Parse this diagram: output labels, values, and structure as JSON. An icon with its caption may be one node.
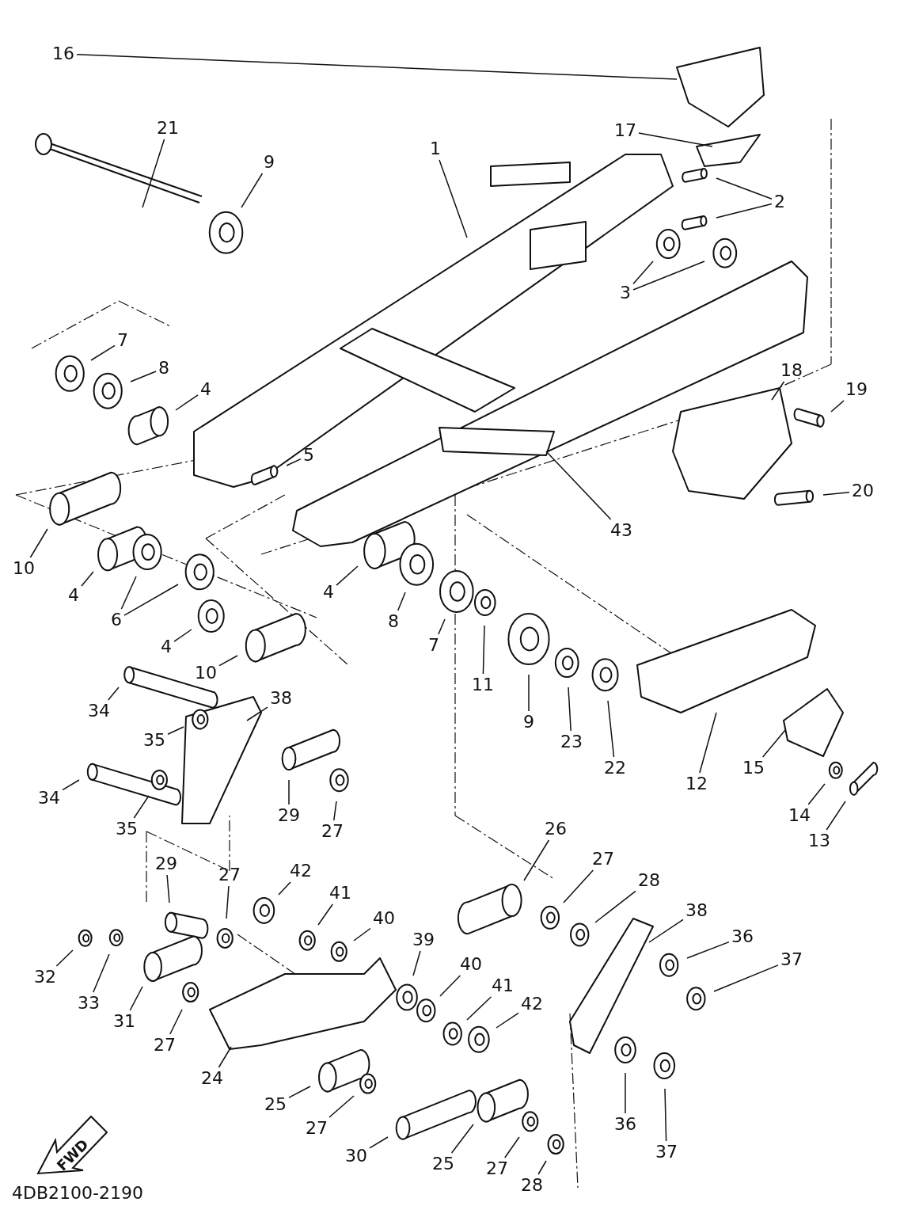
{
  "diagram": {
    "nodes": [
      {
        "text": [
          "16"
        ]
      },
      {
        "text": [
          "21"
        ]
      },
      {
        "text": [
          "9"
        ]
      },
      {
        "text": [
          "1"
        ]
      },
      {
        "text": [
          "17"
        ]
      },
      {
        "text": [
          "2"
        ]
      },
      {
        "text": [
          "3"
        ]
      },
      {
        "text": [
          "7"
        ]
      },
      {
        "text": [
          "8"
        ]
      },
      {
        "text": [
          "4"
        ]
      },
      {
        "text": [
          "18"
        ]
      },
      {
        "text": [
          "19"
        ]
      },
      {
        "text": [
          "5"
        ]
      },
      {
        "text": [
          "20"
        ]
      },
      {
        "text": [
          "43"
        ]
      },
      {
        "text": [
          "10"
        ]
      },
      {
        "text": [
          "4"
        ]
      },
      {
        "text": [
          "4"
        ]
      },
      {
        "text": [
          "6"
        ]
      },
      {
        "text": [
          "4"
        ]
      },
      {
        "text": [
          "10"
        ]
      },
      {
        "text": [
          "8"
        ]
      },
      {
        "text": [
          "7"
        ]
      },
      {
        "text": [
          "11"
        ]
      },
      {
        "text": [
          "9"
        ]
      },
      {
        "text": [
          "23"
        ]
      },
      {
        "text": [
          "22"
        ]
      },
      {
        "text": [
          "38"
        ]
      },
      {
        "text": [
          "34"
        ]
      },
      {
        "text": [
          "35"
        ]
      },
      {
        "text": [
          "34"
        ]
      },
      {
        "text": [
          "35"
        ]
      },
      {
        "text": [
          "29"
        ]
      },
      {
        "text": [
          "27"
        ]
      },
      {
        "text": [
          "12"
        ]
      },
      {
        "text": [
          "15"
        ]
      },
      {
        "text": [
          "14"
        ]
      },
      {
        "text": [
          "13"
        ]
      },
      {
        "text": [
          "26"
        ]
      },
      {
        "text": [
          "27"
        ]
      },
      {
        "text": [
          "28"
        ]
      },
      {
        "text": [
          "38"
        ]
      },
      {
        "text": [
          "42"
        ]
      },
      {
        "text": [
          "29"
        ]
      },
      {
        "text": [
          "27"
        ]
      },
      {
        "text": [
          "41"
        ]
      },
      {
        "text": [
          "40"
        ]
      },
      {
        "text": [
          "36"
        ]
      },
      {
        "text": [
          "37"
        ]
      },
      {
        "text": [
          "39"
        ]
      },
      {
        "text": [
          "40"
        ]
      },
      {
        "text": [
          "41"
        ]
      },
      {
        "text": [
          "42"
        ]
      },
      {
        "text": [
          "32"
        ]
      },
      {
        "text": [
          "33"
        ]
      },
      {
        "text": [
          "31"
        ]
      },
      {
        "text": [
          "27"
        ]
      },
      {
        "text": [
          "24"
        ]
      },
      {
        "text": [
          "25"
        ]
      },
      {
        "text": [
          "27"
        ]
      },
      {
        "text": [
          "30"
        ]
      },
      {
        "text": [
          "25"
        ]
      },
      {
        "text": [
          "27"
        ]
      },
      {
        "text": [
          "28"
        ]
      },
      {
        "text": [
          "36"
        ]
      },
      {
        "text": [
          "37"
        ]
      }
    ],
    "edges": [
      {
        "from": 0,
        "to": null,
        "arrow": "none"
      },
      {
        "from": 1,
        "to": null,
        "arrow": "none"
      },
      {
        "from": 2,
        "to": null,
        "arrow": "none"
      },
      {
        "from": 3,
        "to": null,
        "arrow": "none"
      },
      {
        "from": 4,
        "to": null,
        "arrow": "none"
      },
      {
        "from": 5,
        "to": null,
        "arrow": "none"
      },
      {
        "from": 5,
        "to": null,
        "arrow": "none"
      },
      {
        "from": 6,
        "to": null,
        "arrow": "none"
      },
      {
        "from": 6,
        "to": null,
        "arrow": "none"
      },
      {
        "from": 7,
        "to": null,
        "arrow": "none"
      },
      {
        "from": 8,
        "to": null,
        "arrow": "none"
      },
      {
        "from": 9,
        "to": null,
        "arrow": "none"
      },
      {
        "from": 10,
        "to": null,
        "arrow": "none"
      },
      {
        "from": 11,
        "to": null,
        "arrow": "none"
      },
      {
        "from": 12,
        "to": null,
        "arrow": "none"
      },
      {
        "from": 13,
        "to": null,
        "arrow": "none"
      },
      {
        "from": 14,
        "to": null,
        "arrow": "none"
      },
      {
        "from": 15,
        "to": null,
        "arrow": "none"
      },
      {
        "from": 16,
        "to": null,
        "arrow": "none"
      },
      {
        "from": 17,
        "to": null,
        "arrow": "none"
      },
      {
        "from": 18,
        "to": null,
        "arrow": "none"
      },
      {
        "from": 18,
        "to": null,
        "arrow": "none"
      },
      {
        "from": 19,
        "to": null,
        "arrow": "none"
      },
      {
        "from": 20,
        "to": null,
        "arrow": "none"
      },
      {
        "from": 21,
        "to": null,
        "arrow": "none"
      },
      {
        "from": 22,
        "to": null,
        "arrow": "none"
      },
      {
        "from": 23,
        "to": null,
        "arrow": "none"
      },
      {
        "from": 24,
        "to": null,
        "arrow": "none"
      },
      {
        "from": 25,
        "to": null,
        "arrow": "none"
      },
      {
        "from": 26,
        "to": null,
        "arrow": "none"
      },
      {
        "from": 27,
        "to": null,
        "arrow": "none"
      },
      {
        "from": 28,
        "to": null,
        "arrow": "none"
      },
      {
        "from": 29,
        "to": null,
        "arrow": "none"
      },
      {
        "from": 30,
        "to": null,
        "arrow": "none"
      },
      {
        "from": 31,
        "to": null,
        "arrow": "none"
      },
      {
        "from": 32,
        "to": null,
        "arrow": "none"
      },
      {
        "from": 33,
        "to": null,
        "arrow": "none"
      },
      {
        "from": 34,
        "to": null,
        "arrow": "none"
      },
      {
        "from": 35,
        "to": null,
        "arrow": "none"
      },
      {
        "from": 36,
        "to": null,
        "arrow": "none"
      },
      {
        "from": 37,
        "to": null,
        "arrow": "none"
      },
      {
        "from": 38,
        "to": null,
        "arrow": "none"
      },
      {
        "from": 39,
        "to": null,
        "arrow": "none"
      },
      {
        "from": 40,
        "to": null,
        "arrow": "none"
      },
      {
        "from": 41,
        "to": null,
        "arrow": "none"
      },
      {
        "from": 42,
        "to": null,
        "arrow": "none"
      },
      {
        "from": 43,
        "to": null,
        "arrow": "none"
      },
      {
        "from": 44,
        "to": null,
        "arrow": "none"
      },
      {
        "from": 45,
        "to": null,
        "arrow": "none"
      },
      {
        "from": 46,
        "to": null,
        "arrow": "none"
      },
      {
        "from": 47,
        "to": null,
        "arrow": "none"
      },
      {
        "from": 48,
        "to": null,
        "arrow": "none"
      },
      {
        "from": 49,
        "to": null,
        "arrow": "none"
      },
      {
        "from": 50,
        "to": null,
        "arrow": "none"
      },
      {
        "from": 51,
        "to": null,
        "arrow": "none"
      },
      {
        "from": 52,
        "to": null,
        "arrow": "none"
      },
      {
        "from": 53,
        "to": null,
        "arrow": "none"
      },
      {
        "from": 54,
        "to": null,
        "arrow": "none"
      },
      {
        "from": 55,
        "to": null,
        "arrow": "none"
      },
      {
        "from": 56,
        "to": null,
        "arrow": "none"
      },
      {
        "from": 57,
        "to": null,
        "arrow": "none"
      },
      {
        "from": 58,
        "to": null,
        "arrow": "none"
      },
      {
        "from": 59,
        "to": null,
        "arrow": "none"
      },
      {
        "from": 60,
        "to": null,
        "arrow": "none"
      },
      {
        "from": 61,
        "to": null,
        "arrow": "none"
      },
      {
        "from": 62,
        "to": null,
        "arrow": "none"
      },
      {
        "from": 63,
        "to": null,
        "arrow": "none"
      },
      {
        "from": 64,
        "to": null,
        "arrow": "none"
      },
      {
        "from": 65,
        "to": null,
        "arrow": "none"
      }
    ],
    "labels": [
      "FWD",
      "4DB2100-2190"
    ]
  }
}
